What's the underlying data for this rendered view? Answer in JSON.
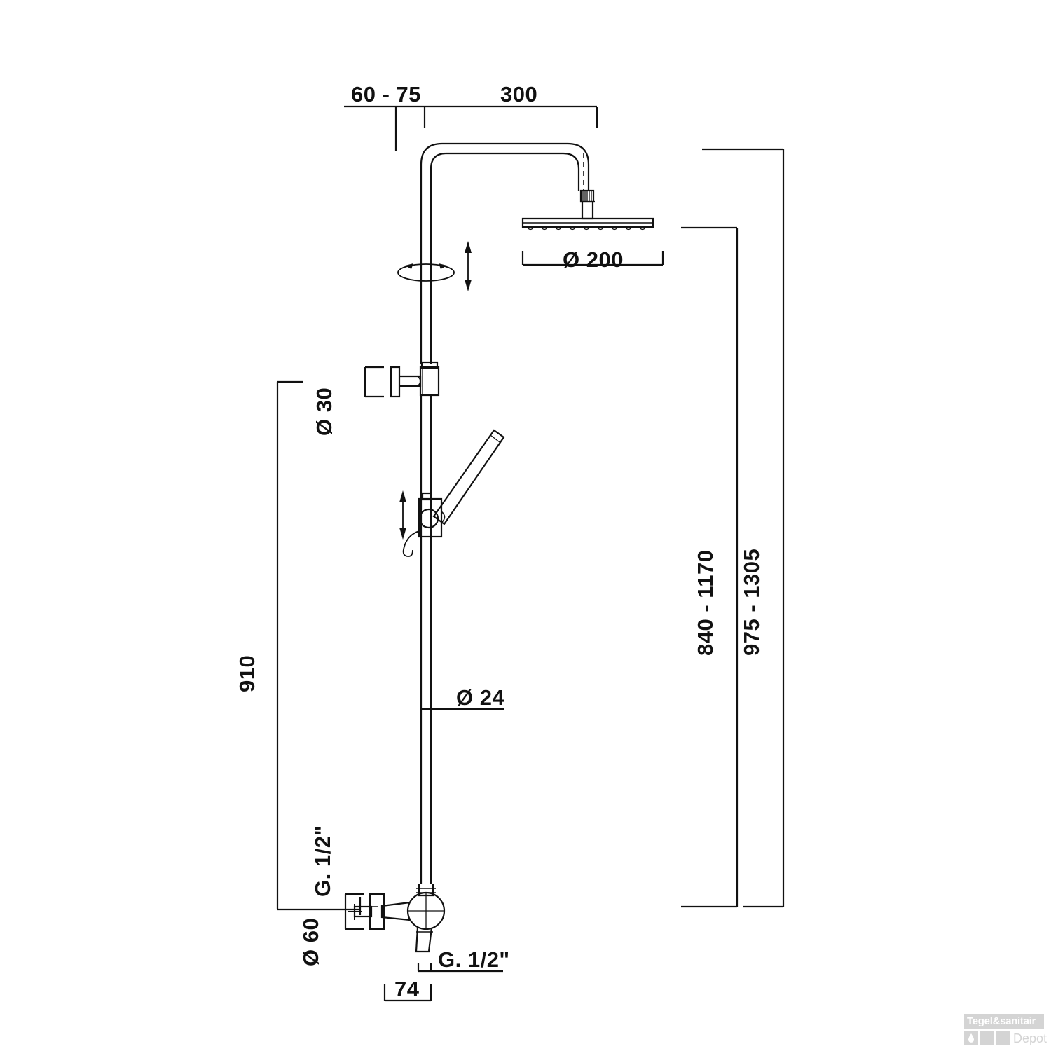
{
  "drawing": {
    "title": "Shower column technical dimension drawing",
    "line_color": "#111111",
    "background_color": "#ffffff"
  },
  "dimensions": {
    "top_left_span": "60 - 75",
    "top_right_span": "300",
    "shower_head_diameter": "Ø 200",
    "wall_bracket_diameter": "Ø 30",
    "riser_tube_diameter": "Ø 24",
    "valve_escutcheon_diameter": "Ø 60",
    "column_height": "910",
    "hand_shower_height_range": "840 - 1170",
    "head_shower_height_range": "975 - 1305",
    "inlet_thread_top": "G. 1/2\"",
    "outlet_thread_bottom": "G. 1/2\"",
    "valve_projection": "74"
  },
  "annotations": {
    "rotation_indicator": "swivel-arrows",
    "vertical_adjust_head": "up-down-arrow",
    "vertical_adjust_holder": "up-down-arrow"
  },
  "watermark": {
    "brand_line1": "Tegel&sanitair",
    "brand_line2": "Depot",
    "icon": "water-drop-icon",
    "color": "#d4d4d4"
  }
}
